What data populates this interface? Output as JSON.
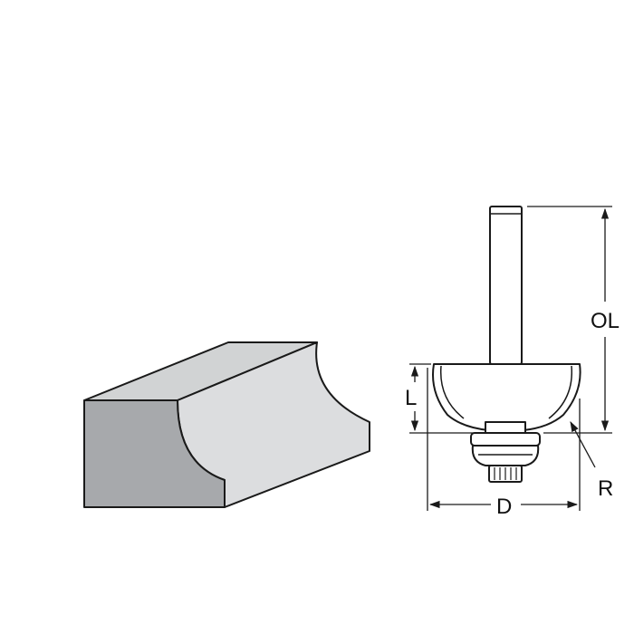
{
  "diagram": {
    "labels": {
      "overall_length": "OL",
      "cutting_length": "L",
      "diameter": "D",
      "radius": "R"
    },
    "colors": {
      "stroke": "#1a1a1a",
      "workpiece_front": "#a7a9ac",
      "workpiece_top": "#d1d3d4",
      "workpiece_profile": "#dcdddf",
      "bit_fill": "#ffffff"
    }
  }
}
